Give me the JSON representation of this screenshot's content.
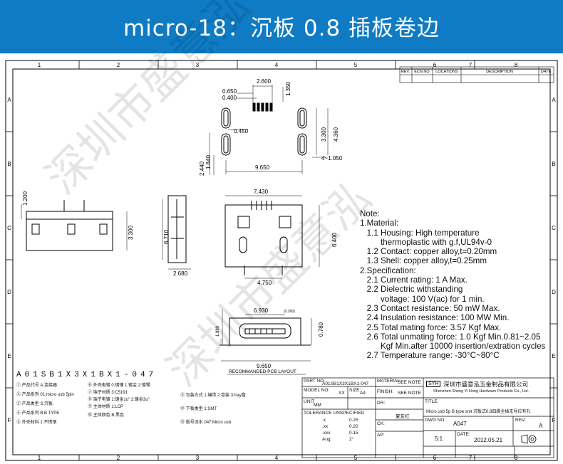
{
  "banner": {
    "title": "micro-18：沉板 0.8 插板卷边"
  },
  "grid": {
    "top": [
      "1",
      "2",
      "3",
      "4",
      "5",
      "6",
      "7",
      "8"
    ],
    "bottom": [
      "1",
      "2",
      "3",
      "4",
      "5",
      "6",
      "7",
      "8"
    ],
    "left": [
      "A",
      "B",
      "C",
      "D",
      "E",
      "F"
    ],
    "right": [
      "A",
      "B",
      "C",
      "D",
      "E",
      "F"
    ]
  },
  "revision": {
    "headers": [
      "REV.",
      "ECN NO",
      "LOCATIONS",
      "DESCRIPTION",
      "DATE"
    ]
  },
  "dims": {
    "d2600": "2.600",
    "d1350": "1.350",
    "d0650": "0.650",
    "d0400": "0.400",
    "d0450": "0.450",
    "d3300a": "3.300",
    "d4360": "4.360",
    "d1050": "4~1.050",
    "d2440": "2.440",
    "d1840": "1.840",
    "d9650a": "9.650",
    "d1200": "1.200",
    "d3300b": "3.300",
    "d6710": "6.710",
    "d2680": "2.680",
    "d7430": "7.430",
    "d6400": "6.400",
    "d4750": "4.750",
    "d6930": "6.930",
    "d0200": "(0.200)",
    "d1880": "1.880",
    "d0780": "0.780",
    "d9650b": "9.650"
  },
  "pcb_label": "RECOMMANDED PCB LAYOUT",
  "watermark": {
    "text1": "深圳市盛意泓",
    "text2": "深圳市盛意泓"
  },
  "notes": [
    "Note:",
    "1.Material:",
    "   1.1 Housing: High temperature",
    "         thermoplastic with g.f,UL94v-0",
    "   1.2 Contact: copper alloy,t=0.20mm",
    "   1.3 Shell: copper alloy,t=0.25mm",
    "2.Specification:",
    "   2.1 Current rating: 1 A Max.",
    "   2.2 Dielectric withstanding",
    "         voltage: 100 V(ac) for 1 min.",
    "   2.3 Contact resistance: 50 mW Max.",
    "   2.4 Insulation resistance: 100 MW Min.",
    "   2.5 Total mating force: 3.57 Kgf Max.",
    "   2.6 Total unmating force: 1.0 Kgf Min.0.81~2.05",
    "         Kgf Min.after 10000 insertion/extration cycles",
    "   2.7 Temperature range: -30°C~80°C"
  ],
  "part_code": {
    "text": "A01SB1X3X1BX1-047",
    "nums": [
      "①",
      "②",
      "③",
      "④",
      "⑤",
      "⑥",
      "⑦",
      "⑧",
      "⑨",
      "⑩",
      "⑪",
      "⑫",
      "⑬"
    ]
  },
  "legend": [
    {
      "n": "①",
      "label": "产品代号",
      "val": "A:连接器"
    },
    {
      "n": "②",
      "label": "产品系列",
      "val": "01:micro usb 5pin"
    },
    {
      "n": "③",
      "label": "产品类型",
      "val": "S:沉板"
    },
    {
      "n": "④",
      "label": "产品系列",
      "val": "B:B TYPE"
    },
    {
      "n": "⑤",
      "label": "外壳材料",
      "val": "1:不锈钢"
    },
    {
      "n": "⑥",
      "label": "外壳电镀",
      "val": "0:镀镍 1:镀金 2:镀锡"
    },
    {
      "n": "⑦",
      "label": "端子材质",
      "val": "3:C5191"
    },
    {
      "n": "⑧",
      "label": "端子电镀",
      "val": "1:镀金1u\" 2:镀金3u\""
    },
    {
      "n": "⑨",
      "label": "主体材质",
      "val": "1:LCP"
    },
    {
      "n": "⑩",
      "label": "主体颜色",
      "val": "B:黑色"
    },
    {
      "n": "⑪",
      "label": "包装方式",
      "val": "1:编带 2:卷装 3:tray盘"
    },
    {
      "n": "⑫",
      "label": "下板类型",
      "val": "1:SMT"
    },
    {
      "n": "⑬",
      "label": "版号流水",
      "val": "047:Micro usb"
    }
  ],
  "title_block": {
    "part_no_label": "PART NO.",
    "part_no": "A01SB1X3X1BX1-047",
    "model_label": "MODEL NO:",
    "model": "XX",
    "size_label": "SIZE:",
    "size": "A4",
    "unit_label": "UNIT",
    "unit": "MM",
    "tol_label": "TOLERANCE UNSPECIFIED",
    "tol": [
      {
        "k": ".x",
        "v": "0.25"
      },
      {
        "k": ".xx",
        "v": "0.20"
      },
      {
        "k": ".xxx",
        "v": "0.15"
      },
      {
        "k": "Ang.",
        "v": "2°"
      }
    ],
    "material_label": "MATERIAL:",
    "material": "SEE NOTE",
    "finish_label": "FINISH:",
    "finish": "SEE NOTE",
    "dr_label": "DR:",
    "dr": "夏友红",
    "ck_label": "CK:",
    "ap_label": "AP:",
    "company_cn": "深圳市盛意泓五金制品有限公司",
    "company_en": "Shenzhen Sheng Yi Hong Hardware Products Co., Ltd.",
    "title_label": "TITLE:",
    "title": "Micro usb 5p B type smt 沉板式0.8四脚全插无导位有孔",
    "dwg_label": "DWG NO:",
    "dwg": "A047",
    "rev_label": "REV:",
    "rev": "A",
    "scale": "5:1",
    "date_label": "DATE:",
    "date": "2012.05.21",
    "logo": "SYH"
  }
}
